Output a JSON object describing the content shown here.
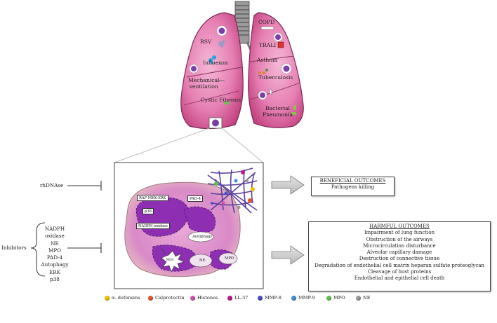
{
  "lung_labels": {
    "rsv": "RSV",
    "influenza": "Influenza",
    "mechanical": "Mechanical\nventilation",
    "cystic": "Cystic Fibrosis",
    "copd": "COPD",
    "trali": "TRALI",
    "asthma": "Asthma",
    "tuberculosis": "Tuberculosis",
    "bacterial": "Bacterial\nPneumonia"
  },
  "cell_labels": {
    "raf": "RAF-MEK-ERK",
    "pad4": "PAD-4",
    "p38": "p38",
    "autophagy": "Autophagy",
    "nadph": "NADPH oxidase",
    "ros": "ROS",
    "ne": "NE",
    "mpo": "MPO"
  },
  "rhdnase": "rhDNAse",
  "inhibitors_title": "Inhibitors",
  "inhibitors": [
    "NADPH oxidase",
    "NE",
    "MPO",
    "PAD-4",
    "Autophagy",
    "ERK",
    "p38"
  ],
  "beneficial": {
    "title": "BENEFICIAL OUTCOMES",
    "items": [
      "Pathogens killing"
    ]
  },
  "harmful": {
    "title": "HARMFUL OUTCOMES",
    "items": [
      "Impairment of lung function",
      "Obstruction of the airways",
      "Microcirculation disturbance",
      "Alveolar capillary damage",
      "Destruction of connective tissue",
      "Degradation of endothelial cell matrix heparan sulfate proteoglycan",
      "Cleavage of host proteins",
      "Endothelial and epithelial cell death"
    ]
  },
  "legend": [
    {
      "label": "α- defensins",
      "color": "#f2c100"
    },
    {
      "label": "Calprotectin",
      "color": "#e8542a"
    },
    {
      "label": "Histones",
      "color": "#d94fb0"
    },
    {
      "label": "LL-37",
      "color": "#c2188f"
    },
    {
      "label": "MMP-8",
      "color": "#4a4fc9"
    },
    {
      "label": "MMP-9",
      "color": "#3d8fd8"
    },
    {
      "label": "MPO",
      "color": "#5fc24a"
    },
    {
      "label": "NE",
      "color": "#9a9a9a"
    }
  ]
}
